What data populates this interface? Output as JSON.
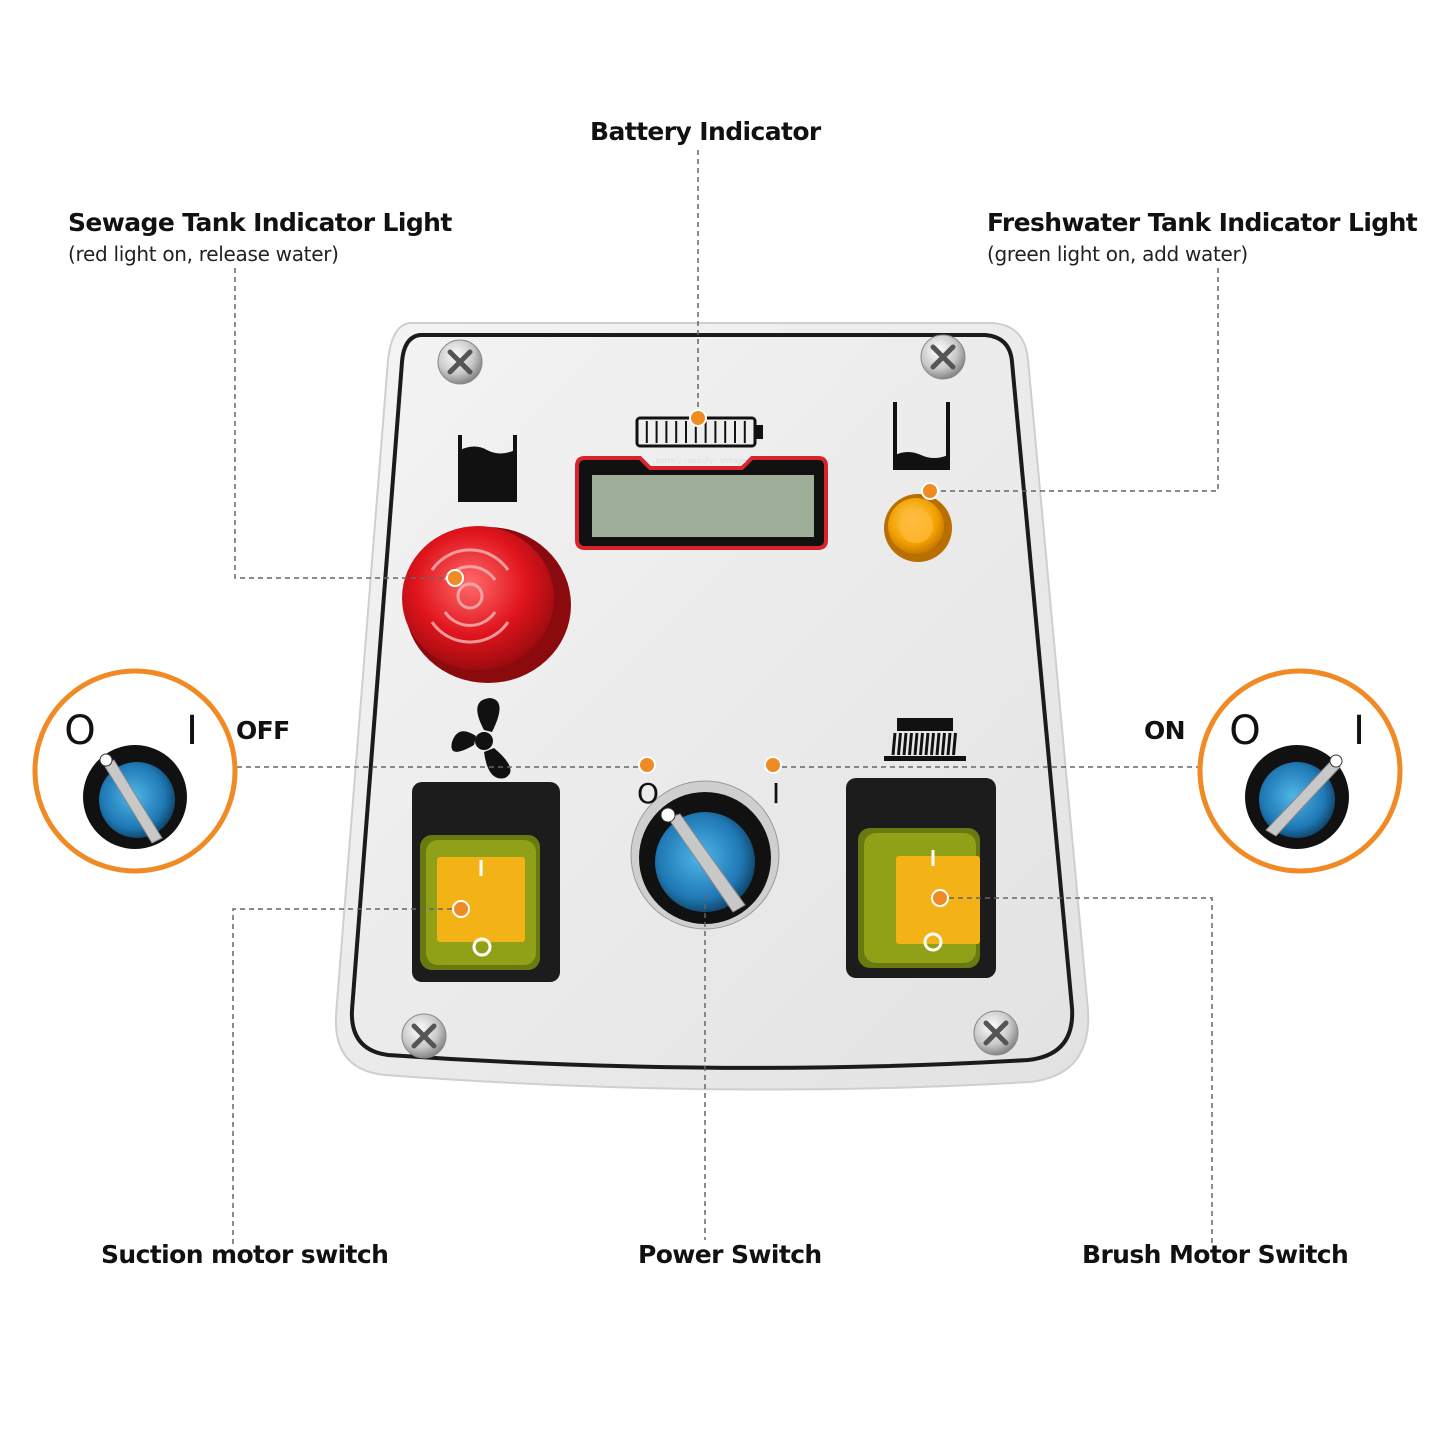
{
  "labels": {
    "battery": "Battery Indicator",
    "sewage_title": "Sewage Tank Indicator Light",
    "sewage_sub": "(red light on, release water)",
    "fresh_title": "Freshwater Tank Indicator Light",
    "fresh_sub": "(green light on, add water)",
    "suction": "Suction motor switch",
    "power": "Power Switch",
    "brush": "Brush Motor Switch",
    "off": "OFF",
    "on": "ON"
  },
  "panel": {
    "lcd_caption": "Battery capacity · Voltage",
    "power_off_mark": "O",
    "power_on_mark": "I",
    "rocker_on_mark": "I",
    "rocker_off_mark": "O"
  },
  "insets": {
    "off_left_mark": "O",
    "off_right_mark": "I",
    "on_left_mark": "O",
    "on_right_mark": "I"
  },
  "icons": [
    "sewage-tank-icon",
    "freshwater-tank-icon",
    "battery-icon",
    "fan-icon",
    "brush-icon"
  ],
  "colors": {
    "callout_dot": "#f08a24",
    "inset_ring": "#f08a24",
    "sewage_light": "#e0141c",
    "fresh_light": "#f2a000",
    "rocker_amber": "#f3b316",
    "knob_blue": "#1f78b4"
  }
}
